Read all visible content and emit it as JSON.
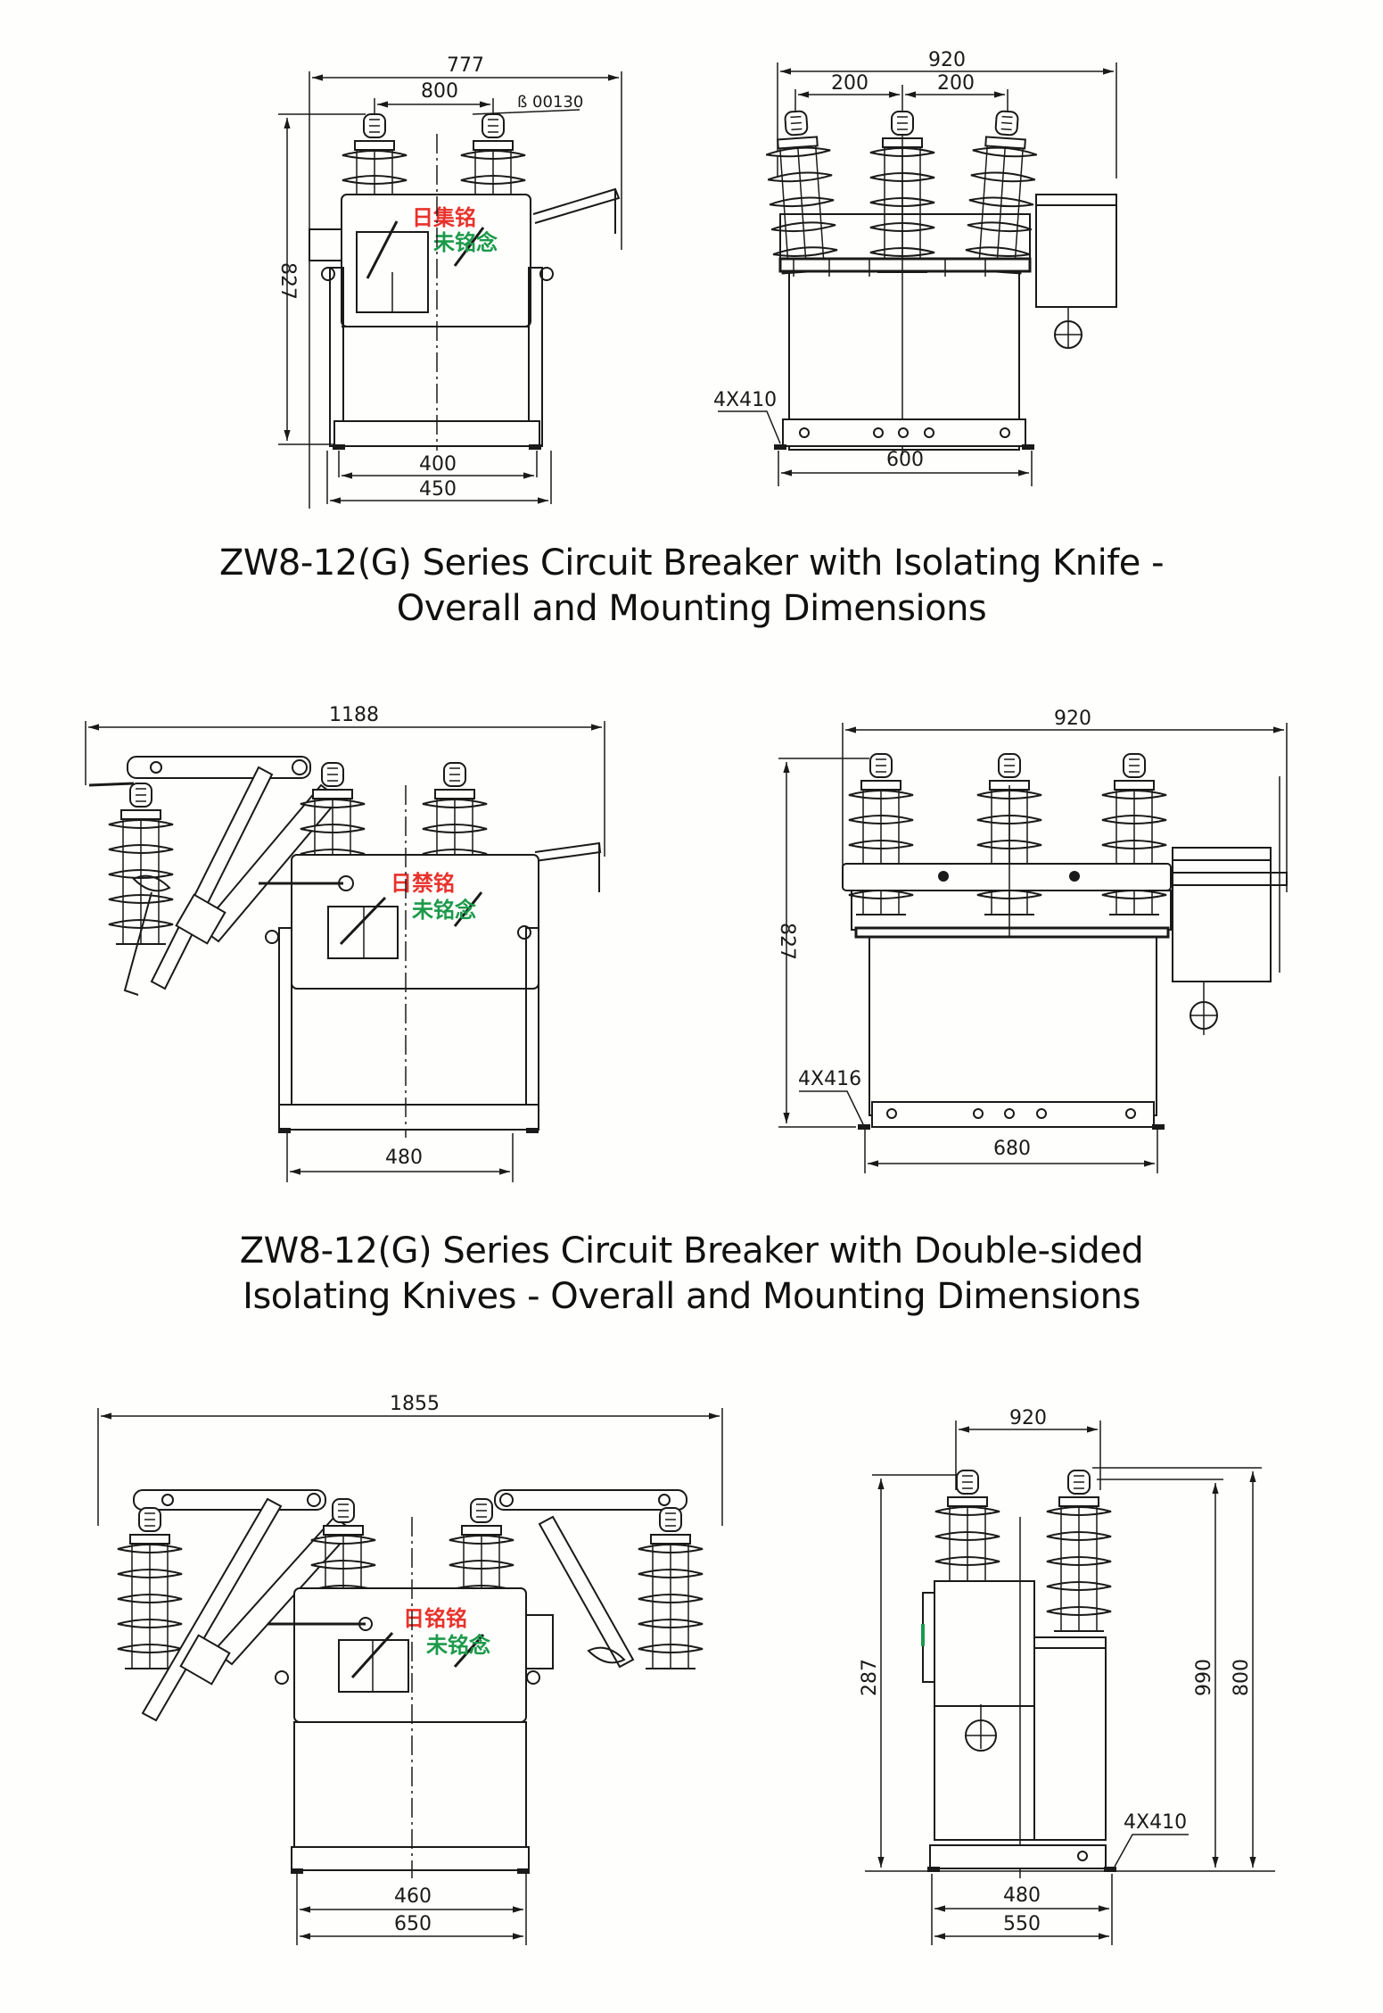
{
  "figures": [
    {
      "id": "single-knife",
      "caption_lines": [
        "ZW8-12(G) Series Circuit Breaker with Isolating Knife -",
        "Overall and Mounting Dimensions"
      ],
      "front_view": {
        "overall_width": "777",
        "pole_spacing": "800",
        "terminal_note": "ß 00130",
        "height": "827",
        "mount_inner": "400",
        "mount_outer": "450",
        "panel_text_red": "日集铭",
        "panel_text_green": "未铭念"
      },
      "side_view": {
        "overall_width": "920",
        "phase_spacing_left": "200",
        "phase_spacing_right": "200",
        "hole_note": "4X410",
        "base_width": "600"
      }
    },
    {
      "id": "double-knife",
      "caption_lines": [
        "ZW8-12(G) Series Circuit Breaker with Double-sided",
        "Isolating Knives - Overall and Mounting Dimensions"
      ],
      "front_view": {
        "overall_width": "1188",
        "mount_width": "480",
        "panel_text_red": "日禁铭",
        "panel_text_green": "未铭念"
      },
      "side_view": {
        "overall_width": "920",
        "height": "827",
        "hole_note": "4X416",
        "base_width": "680"
      }
    },
    {
      "id": "double-sided-both",
      "front_view": {
        "overall_width": "1855",
        "mount_inner": "460",
        "mount_outer": "650",
        "panel_text_red": "日铭铭",
        "panel_text_green": "未铭念"
      },
      "side_view": {
        "pole_spacing": "920",
        "left_height": "287",
        "height_a": "990",
        "height_b": "800",
        "hole_note": "4X410",
        "mount_inner": "480",
        "mount_outer": "550"
      }
    }
  ]
}
